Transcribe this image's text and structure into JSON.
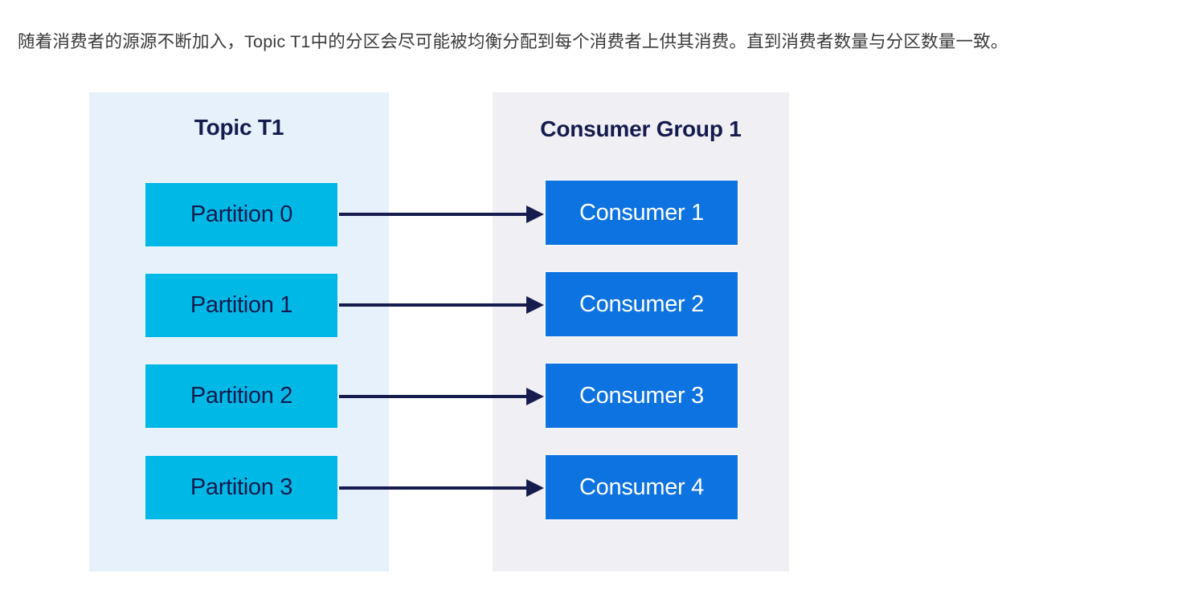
{
  "caption": {
    "text": "随着消费者的源源不断加入，Topic T1中的分区会尽可能被均衡分配到每个消费者上供其消费。直到消费者数量与分区数量一致。"
  },
  "diagram": {
    "type": "flow-mapping",
    "colors": {
      "partition_fill": "#00b8e6",
      "consumer_fill": "#0d73e0",
      "topic_panel_bg": "#e7f1fc",
      "group_panel_bg": "#f0eff4",
      "title_text": "#141b4d",
      "arrow": "#161c4e",
      "partition_text": "#111b4d",
      "consumer_text": "#ffffff",
      "caption_text": "#3a3a3a"
    },
    "topic_panel": {
      "title": "Topic T1",
      "partitions": [
        {
          "label": "Partition 0"
        },
        {
          "label": "Partition 1"
        },
        {
          "label": "Partition 2"
        },
        {
          "label": "Partition 3"
        }
      ]
    },
    "group_panel": {
      "title": "Consumer Group 1",
      "consumers": [
        {
          "label": "Consumer 1"
        },
        {
          "label": "Consumer 2"
        },
        {
          "label": "Consumer 3"
        },
        {
          "label": "Consumer 4"
        }
      ]
    },
    "connections": [
      {
        "from": "Partition 0",
        "to": "Consumer 1"
      },
      {
        "from": "Partition 1",
        "to": "Consumer 2"
      },
      {
        "from": "Partition 2",
        "to": "Consumer 3"
      },
      {
        "from": "Partition 3",
        "to": "Consumer 4"
      }
    ]
  }
}
